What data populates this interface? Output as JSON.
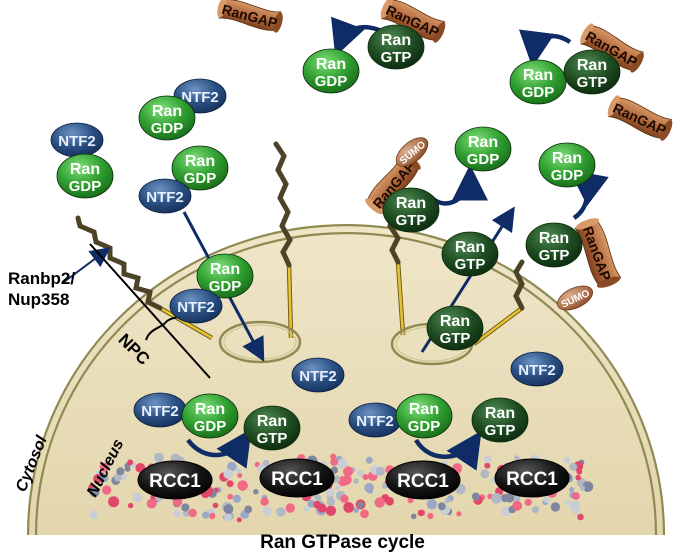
{
  "caption": "Ran GTPase cycle",
  "labels": {
    "ranbp2_line1": "Ranbp2/",
    "ranbp2_line2": "Nup358",
    "npc": "NPC",
    "cytosol": "Cytosol",
    "nucleus": "Nucleus"
  },
  "protein_text": {
    "ran": "Ran",
    "gdp": "GDP",
    "gtp": "GTP",
    "ntf2": "NTF2",
    "rangap": "RanGAP",
    "rcc1": "RCC1",
    "sumo": "SUMO"
  },
  "colors": {
    "ran_gdp": "#2f9e2f",
    "ran_gtp": "#1f4d22",
    "ntf2": "#2a4f82",
    "rangap": "#b0663a",
    "rcc1": "#141414",
    "nucleus_fill": "#eee5c8",
    "envelope": "#8f8a52",
    "pore_yellow": "#e6c230",
    "arrow": "#102c66"
  }
}
